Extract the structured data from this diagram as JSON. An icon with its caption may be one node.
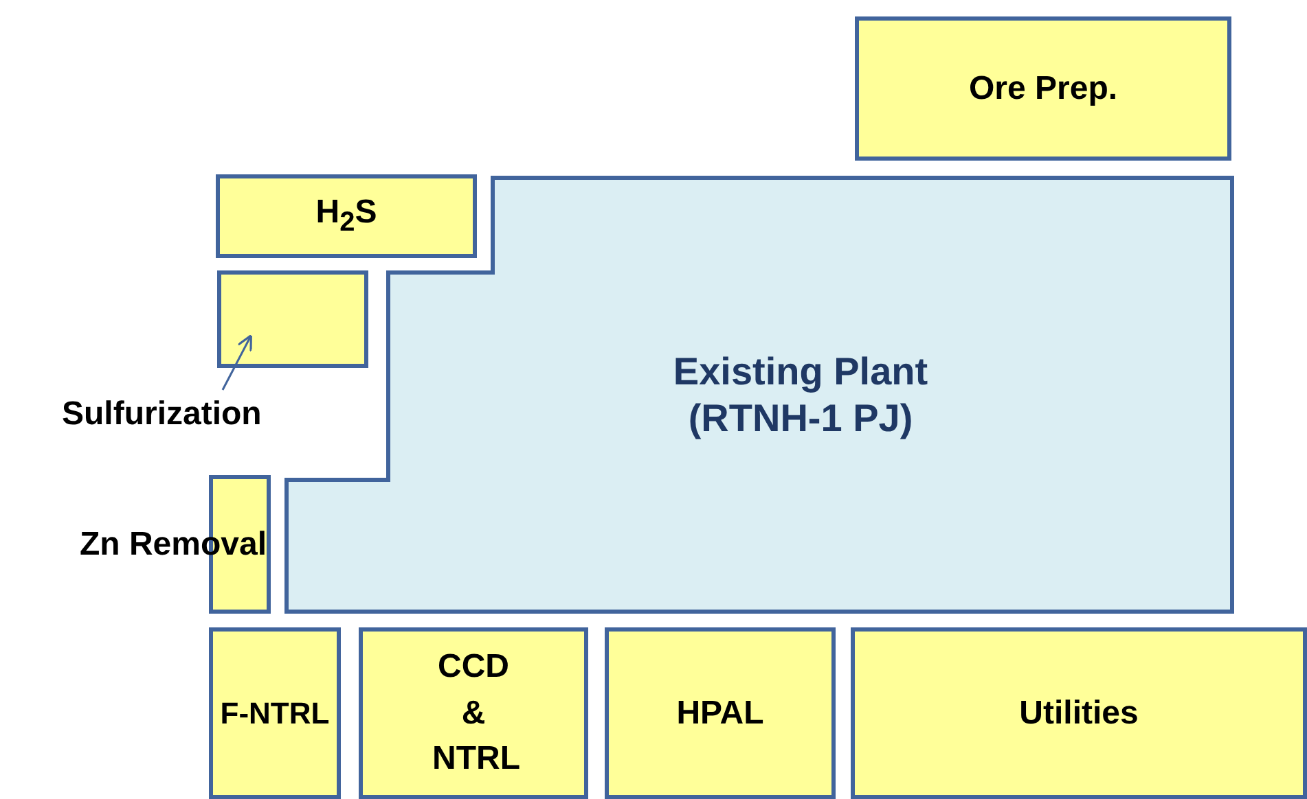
{
  "diagram": {
    "nodes": [
      {
        "text": [
          "Ore Prep."
        ]
      },
      {
        "text": [
          "H$_{2}$S"
        ]
      },
      {
        "text": [],
        "shape": "box"
      },
      {
        "text": [
          "Sulfurization"
        ]
      },
      {
        "text": [
          "Existing Plant (RTNH-1 PJ)"
        ]
      },
      {
        "text": [],
        "shape": "box",
        "beside": [
          "Zn Removal"
        ]
      },
      {
        "text": [
          "F-NTRL"
        ]
      },
      {
        "text": [
          "CCD & NTRL"
        ]
      },
      {
        "text": [
          "HPAL"
        ]
      },
      {
        "text": [
          "Utilities"
        ]
      }
    ],
    "edges": [
      {
        "from": 3,
        "to": 2,
        "arrow": "to"
      }
    ]
  }
}
